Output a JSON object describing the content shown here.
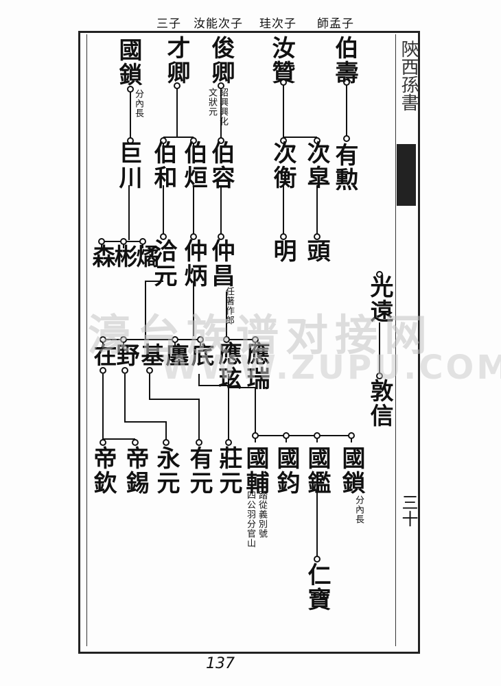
{
  "header": [
    "師孟子",
    "珪次子",
    "汝能次子",
    "三子"
  ],
  "spine": "陝西孫書",
  "spine_lower": "三十",
  "watermark": {
    "main": "濠台族谱对接网",
    "sub": "WWW.ZUPU.COM"
  },
  "page_number": "137",
  "names": {
    "boshou": "伯壽",
    "youxun": "有勲",
    "ruzan": "汝贊",
    "ciqi": "次皐",
    "cihang": "次衡",
    "dian": "頭",
    "ming": "明",
    "junqing": "俊卿",
    "junqing_note1": "紹興興化",
    "junqing_note2": "文狀元",
    "borong": "伯容",
    "zhongchang": "仲昌",
    "zhongchang_note": "任著作郎",
    "yingxuan": "應玹",
    "yingrui": "應瑞",
    "caiqing": "才卿",
    "bohuan": "伯烜",
    "bohe": "伯和",
    "zhongbing": "仲炳",
    "qiayuan": "洽元",
    "guosuo": "國鎖",
    "guosuo_note": "分內長",
    "juchuan": "巨川",
    "sen": "森",
    "bin": "彬",
    "yu": "燏",
    "zhi": "㡳",
    "chan": "廛",
    "ji": "基",
    "ye": "野",
    "zai": "在",
    "guofu": "國輔",
    "guofu_note1": "踏從義別號",
    "guofu_note2": "四公羽分官山",
    "guojun": "國鈞",
    "guojian": "國鑑",
    "guosuo2": "國鎖",
    "guosuo2_note": "分內長",
    "renbao": "仁寶",
    "zhuangyuan": "莊元",
    "youyuan": "有元",
    "yongyuan": "永元",
    "dixi": "帝錫",
    "diqin": "帝欽",
    "guangyuan": "光遠",
    "dunxin": "敦信"
  }
}
